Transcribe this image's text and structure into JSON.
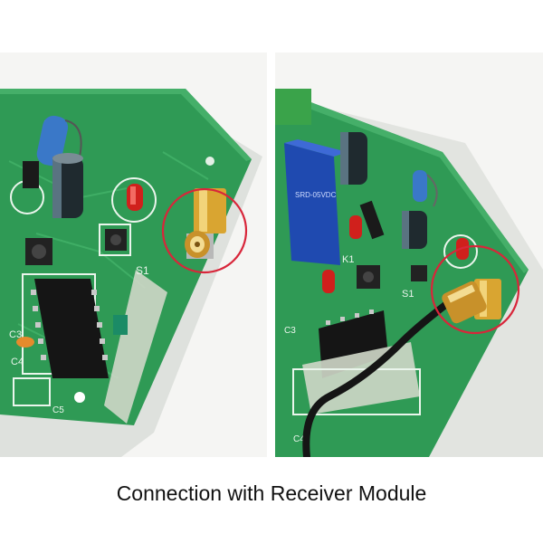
{
  "caption": "Connection with Receiver Module",
  "colors": {
    "background": "#ffffff",
    "pcb_green": "#2f9a55",
    "highlight_circle": "#d8263a",
    "connector_gold": "#d9a531"
  },
  "left_photo": {
    "board_labels": [
      "S1",
      "C3",
      "C4",
      "C5"
    ],
    "component_names": [
      "antenna-connector-icon",
      "chip-icon",
      "capacitor-icon",
      "resistor-icon",
      "led-icon",
      "button-icon"
    ]
  },
  "right_photo": {
    "board_labels": [
      "K1",
      "S1",
      "C3",
      "C4"
    ],
    "component_names": [
      "relay-icon",
      "antenna-connector-icon",
      "cable-icon",
      "chip-icon",
      "capacitor-icon",
      "led-icon"
    ]
  }
}
